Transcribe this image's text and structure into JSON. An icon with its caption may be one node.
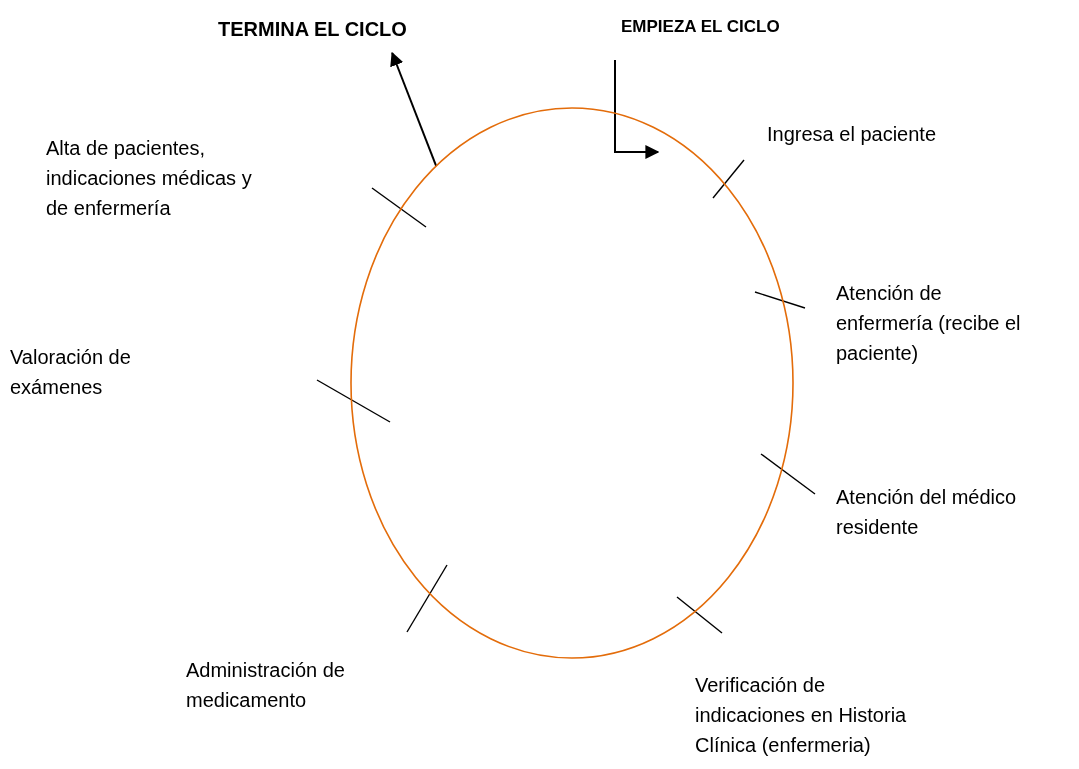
{
  "diagram": {
    "nodes": [
      {
        "text": [],
        "shape": "ellipse"
      },
      {
        "text": [
          "TERMINA EL CICLO"
        ]
      },
      {
        "text": [
          "EMPIEZA EL CICLO"
        ]
      }
    ],
    "edges": [
      {
        "from": 0,
        "to": 1,
        "arrow": "to"
      },
      {
        "from": 2,
        "to": 0,
        "arrow": "to"
      }
    ],
    "labels": [
      "Ingresa el paciente",
      "Alta de pacientes, indicaciones médicas y de enfermería",
      "Atención de enfermería (recibe el paciente)",
      "Valoración de exámenes",
      "Atención del médico residente",
      "Administración de medicamento",
      "Verificación de indicaciones en Historia Clínica (enfermeria)"
    ]
  }
}
